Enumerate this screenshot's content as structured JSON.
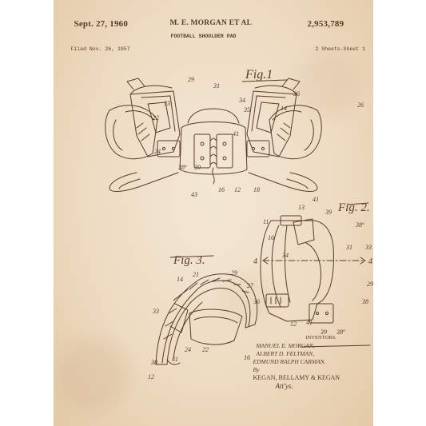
{
  "header": {
    "date": "Sept. 27, 1960",
    "inventor": "M. E. MORGAN ET AL",
    "patent_number": "2,953,789",
    "title": "FOOTBALL SHOULDER PAD",
    "filed": "Filed Nov. 26, 1957",
    "sheets": "2 Sheets-Sheet 1"
  },
  "figures": {
    "fig1": "Fig.1",
    "fig2": "Fig. 2.",
    "fig3": "Fig. 3."
  },
  "labels": {
    "fig1": [
      "29",
      "31",
      "33",
      "34",
      "35",
      "22",
      "24",
      "41",
      "39",
      "38ª",
      "43",
      "16",
      "12",
      "18",
      "36",
      "14",
      "26"
    ],
    "fig2": [
      "41",
      "13",
      "39",
      "38ª",
      "11",
      "16",
      "34",
      "4",
      "31",
      "33",
      "4",
      "29",
      "38",
      "12",
      "41",
      "39",
      "38ª"
    ],
    "fig3": [
      "21",
      "29",
      "27",
      "14",
      "36",
      "33",
      "22",
      "24",
      "41",
      "38",
      "12",
      "16"
    ]
  },
  "signature": {
    "inventors_heading": "INVENTORS.",
    "names": [
      "MANUEL E. MORGAN,",
      "ALBERT D. FELTMAN,",
      "EDMUND RALPH CARMAN."
    ],
    "by": "By",
    "firm": "KEGAN, BELLAMY & KEGAN",
    "attys": "Att'ys."
  }
}
